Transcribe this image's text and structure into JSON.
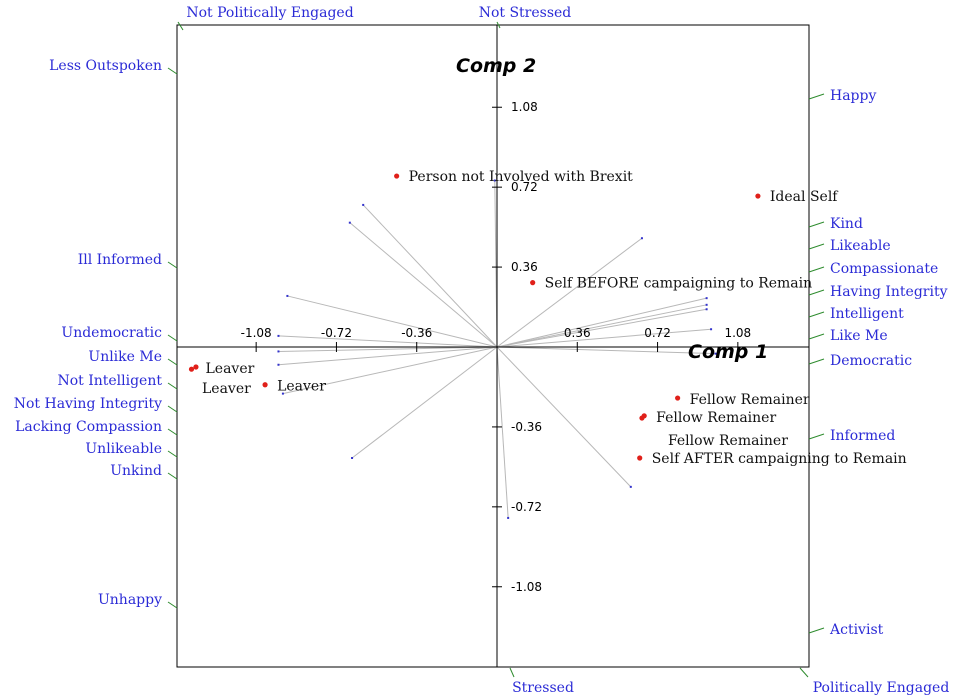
{
  "chart_data": {
    "type": "scatter",
    "title": "",
    "xlabel": "Comp 1",
    "ylabel": "Comp 2",
    "xlim": [
      -1.44,
      1.38
    ],
    "ylim": [
      -1.44,
      1.44
    ],
    "x_ticks": [
      -1.08,
      -0.72,
      -0.36,
      0.36,
      0.72,
      1.08
    ],
    "x_tick_labels": [
      "-1.08",
      "-0.72",
      "-0.36",
      "0.36",
      "0.72",
      "1.08"
    ],
    "y_ticks": [
      1.08,
      0.72,
      0.36,
      -0.36,
      -0.72,
      -1.08
    ],
    "y_tick_labels": [
      "1.08",
      "0.72",
      "0.36",
      "-0.36",
      "-0.72",
      "-1.08"
    ],
    "grid": false,
    "elements": [
      {
        "label": "Person not Involved with Brexit",
        "x": -0.45,
        "y": 0.77
      },
      {
        "label": "Ideal Self",
        "x": 1.17,
        "y": 0.68
      },
      {
        "label": "Self BEFORE campaigning to Remain",
        "x": 0.16,
        "y": 0.29
      },
      {
        "label": "Leaver",
        "x": -1.37,
        "y": -0.1
      },
      {
        "label": "Leaver",
        "x": -1.35,
        "y": -0.09
      },
      {
        "label": "Leaver",
        "x": -1.04,
        "y": -0.17
      },
      {
        "label": "Fellow Remainer",
        "x": 0.81,
        "y": -0.23
      },
      {
        "label": "Fellow Remainer",
        "x": 0.66,
        "y": -0.31
      },
      {
        "label": "Fellow Remainer",
        "x": 0.65,
        "y": -0.32
      },
      {
        "label": "Self AFTER campaigning to Remain",
        "x": 0.64,
        "y": -0.5
      }
    ],
    "construct_vectors": [
      {
        "x": -0.6,
        "y": 0.64
      },
      {
        "x": -0.66,
        "y": 0.56
      },
      {
        "x": 0.65,
        "y": 0.49
      },
      {
        "x": -0.94,
        "y": 0.23
      },
      {
        "x": 0.94,
        "y": 0.22
      },
      {
        "x": 0.94,
        "y": 0.19
      },
      {
        "x": 0.94,
        "y": 0.17
      },
      {
        "x": 0.96,
        "y": 0.08
      },
      {
        "x": -0.98,
        "y": 0.05
      },
      {
        "x": -0.98,
        "y": -0.02
      },
      {
        "x": -0.98,
        "y": -0.08
      },
      {
        "x": -0.96,
        "y": -0.21
      },
      {
        "x": 0.05,
        "y": -0.77
      },
      {
        "x": 0.6,
        "y": -0.63
      },
      {
        "x": -0.65,
        "y": -0.5
      },
      {
        "x": 0.98,
        "y": -0.03
      },
      {
        "x": -0.01,
        "y": 0.75
      }
    ],
    "construct_poles": {
      "left": [
        "Less Outspoken",
        "Ill Informed",
        "Undemocratic",
        "Unlike Me",
        "Not Intelligent",
        "Not Having Integrity",
        "Lacking Compassion",
        "Unlikeable",
        "Unkind",
        "Unhappy"
      ],
      "right": [
        "Happy",
        "Kind",
        "Likeable",
        "Compassionate",
        "Having Integrity",
        "Intelligent",
        "Like Me",
        "Democratic",
        "Informed",
        "Activist"
      ],
      "top": [
        "Not Politically Engaged",
        "Not Stressed"
      ],
      "bottom": [
        "Stressed",
        "Politically Engaged"
      ]
    },
    "colors": {
      "poles": "#2b2bd6",
      "points": "#e0201a",
      "vectors": "#b8b8b8",
      "vector_tips": "#3333cc",
      "leader_lines": "#2e8b2e",
      "axes": "#000000"
    }
  }
}
